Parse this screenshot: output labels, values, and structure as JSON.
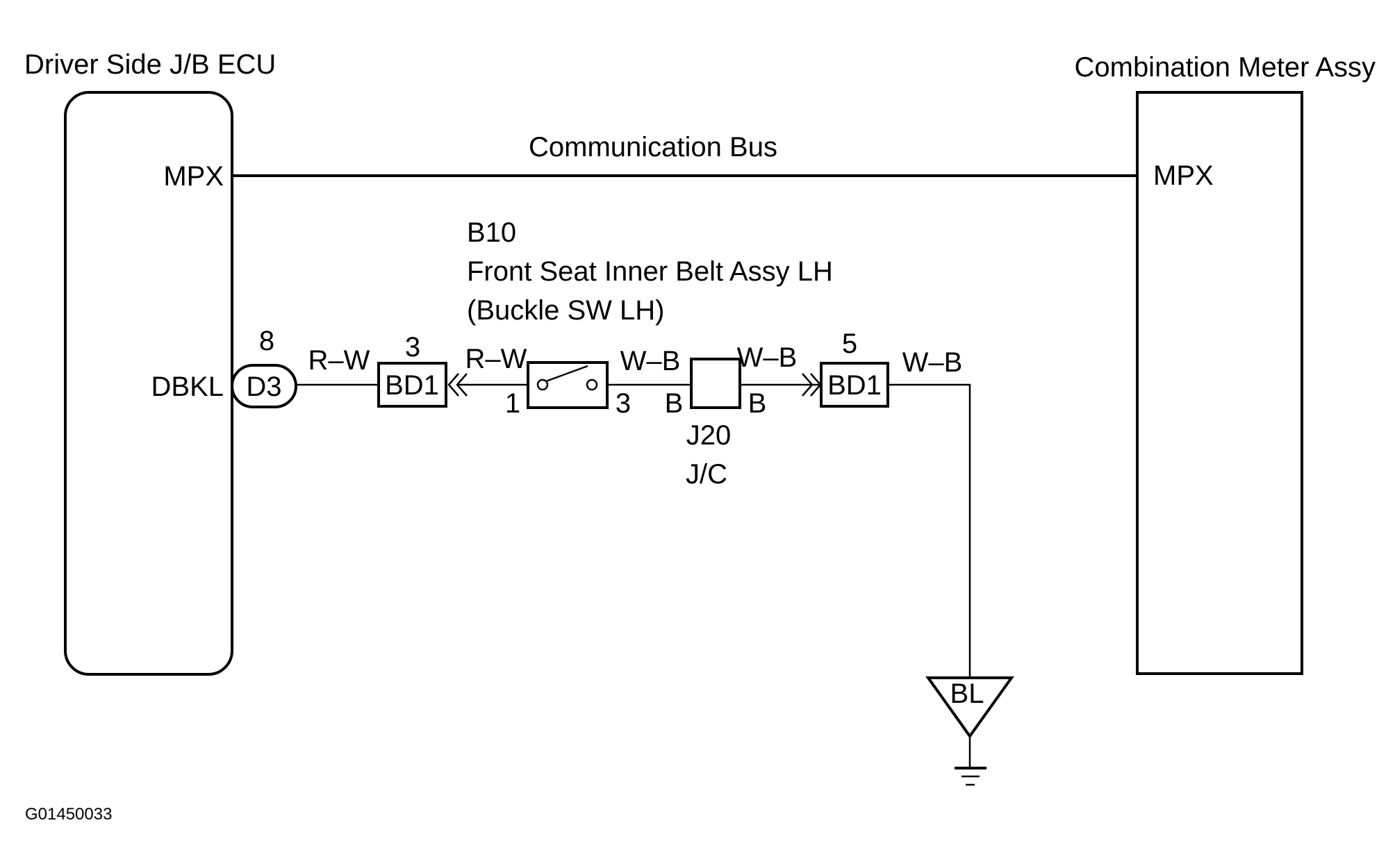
{
  "ecu": {
    "title": "Driver Side J/B ECU",
    "mpx": "MPX",
    "dbkl": "DBKL"
  },
  "meter": {
    "title": "Combination Meter Assy",
    "mpx": "MPX"
  },
  "bus": {
    "label": "Communication Bus"
  },
  "component": {
    "code": "B10",
    "name": "Front Seat Inner Belt Assy LH",
    "sub": "(Buckle SW LH)"
  },
  "connector_d3": {
    "name": "D3",
    "pin": "8"
  },
  "connector_bd1_left": {
    "name": "BD1",
    "pin": "3"
  },
  "connector_bd1_right": {
    "name": "BD1",
    "pin": "5"
  },
  "switch": {
    "pin_in": "1",
    "pin_out": "3"
  },
  "junction": {
    "code": "J20",
    "type": "J/C",
    "pin_left": "B",
    "pin_right": "B"
  },
  "wires": {
    "w1": "R–W",
    "w2": "R–W",
    "w3": "W–B",
    "w4": "W–B",
    "w5": "W–B"
  },
  "ground": {
    "label": "BL"
  },
  "figure_id": "G01450033"
}
